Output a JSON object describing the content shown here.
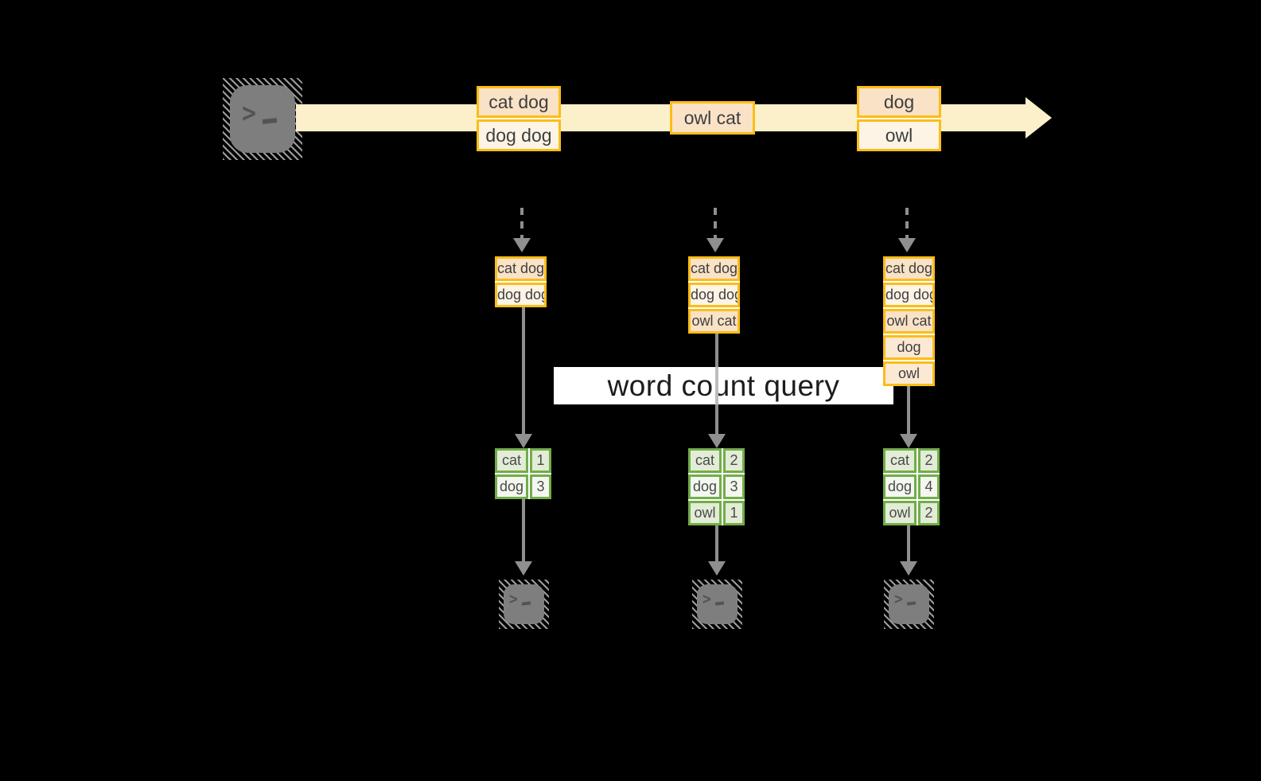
{
  "colors": {
    "background": "#000000",
    "gold_border": "#fbbd17",
    "peach_fill": "#fae2c6",
    "cream_fill": "#fdf4e6",
    "band_fill": "#fcf0cb",
    "green_border": "#72ad49",
    "green_cell": "#e2ecd6",
    "green_cell_alt": "#f3f7ef",
    "arrow_gray": "#8f8f8f",
    "terminal_gray": "#7e7e7e"
  },
  "banner": {
    "label": "word count query"
  },
  "source": {
    "icon": "terminal-icon"
  },
  "timeline": {
    "messages": [
      {
        "lines": [
          "cat dog",
          "dog dog"
        ]
      },
      {
        "lines": [
          "owl cat"
        ]
      },
      {
        "lines": [
          "dog",
          "owl"
        ]
      }
    ]
  },
  "columns": [
    {
      "buffer": [
        "cat dog",
        "dog dog"
      ],
      "counts": [
        {
          "word": "cat",
          "count": "1"
        },
        {
          "word": "dog",
          "count": "3"
        }
      ],
      "sink_icon": "terminal-icon"
    },
    {
      "buffer": [
        "cat dog",
        "dog dog",
        "owl cat"
      ],
      "counts": [
        {
          "word": "cat",
          "count": "2"
        },
        {
          "word": "dog",
          "count": "3"
        },
        {
          "word": "owl",
          "count": "1"
        }
      ],
      "sink_icon": "terminal-icon"
    },
    {
      "buffer": [
        "cat dog",
        "dog dog",
        "owl cat",
        "dog",
        "owl"
      ],
      "counts": [
        {
          "word": "cat",
          "count": "2"
        },
        {
          "word": "dog",
          "count": "4"
        },
        {
          "word": "owl",
          "count": "2"
        }
      ],
      "sink_icon": "terminal-icon"
    }
  ]
}
